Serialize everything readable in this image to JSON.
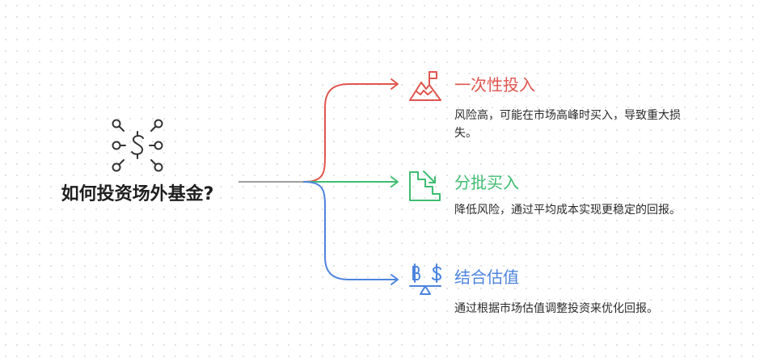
{
  "center": {
    "title": "如何投资场外基金?"
  },
  "colors": {
    "stem": "#9e9e9e",
    "red": "#e0554f",
    "green": "#3ebd72",
    "blue": "#4d84df",
    "center_icon": "#333333"
  },
  "branches": [
    {
      "title": "一次性投入",
      "description": "风险高，可能在市场高峰时买入，导致重大损失。",
      "icon": "mountain-flag-icon",
      "color": "#e0554f"
    },
    {
      "title": "分批买入",
      "description": "降低风险，通过平均成本实现更稳定的回报。",
      "icon": "descending-stairs-icon",
      "color": "#3ebd72"
    },
    {
      "title": "结合估值",
      "description": "通过根据市场估值调整投资来优化回报。",
      "icon": "balance-scale-icon",
      "color": "#4d84df"
    }
  ]
}
